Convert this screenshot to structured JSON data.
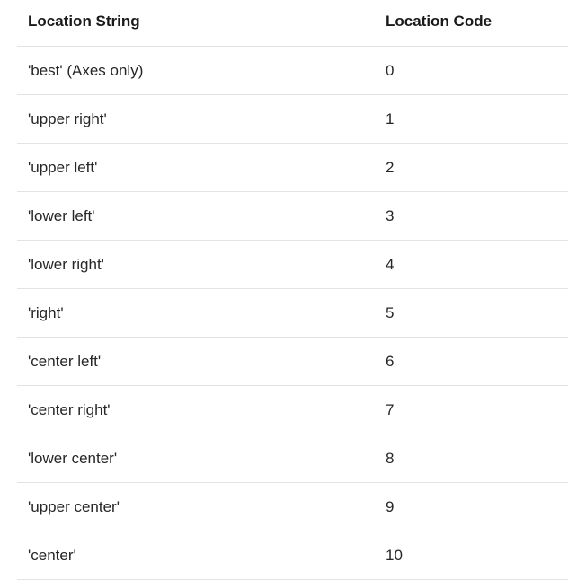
{
  "table": {
    "headers": [
      "Location String",
      "Location Code"
    ],
    "rows": [
      [
        "'best' (Axes only)",
        "0"
      ],
      [
        "'upper right'",
        "1"
      ],
      [
        "'upper left'",
        "2"
      ],
      [
        "'lower left'",
        "3"
      ],
      [
        "'lower right'",
        "4"
      ],
      [
        "'right'",
        "5"
      ],
      [
        "'center left'",
        "6"
      ],
      [
        "'center right'",
        "7"
      ],
      [
        "'lower center'",
        "8"
      ],
      [
        "'upper center'",
        "9"
      ],
      [
        "'center'",
        "10"
      ]
    ]
  }
}
